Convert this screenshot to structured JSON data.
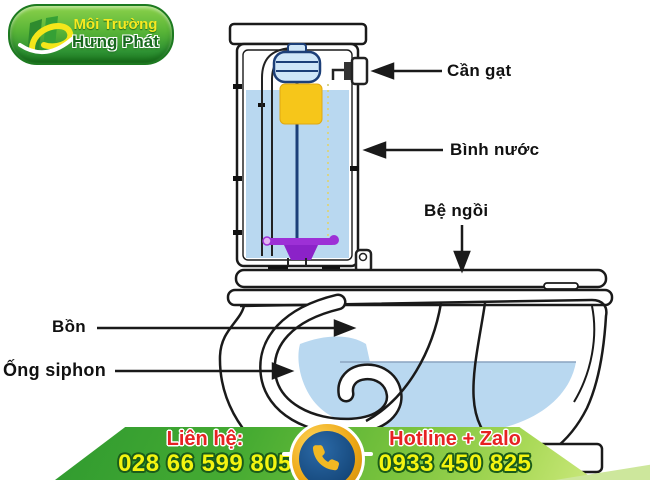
{
  "logo": {
    "line1": "Môi Trường",
    "line2": "Hưng Phát"
  },
  "diagram": {
    "type": "labeled-diagram",
    "subject": "toilet cross-section",
    "labels": [
      {
        "id": "can-gat",
        "text": "Cần gạt"
      },
      {
        "id": "binh-nuoc",
        "text": "Bình nước"
      },
      {
        "id": "be-ngoi",
        "text": "Bệ ngồi"
      },
      {
        "id": "bon",
        "text": "Bồn"
      },
      {
        "id": "ong-siphon",
        "text": "Ống siphon"
      }
    ]
  },
  "footer": {
    "contact_label": "Liên hệ:",
    "contact_number": "028 66 599 805",
    "hotline_label": "Hotline + Zalo",
    "hotline_number": "0933 450 825"
  },
  "colors": {
    "water": "#b9d8f0",
    "line": "#1a1a1a",
    "float_yellow": "#f6c61a",
    "flapper_purple": "#9d30d6",
    "valve_blue": "#1c3f78",
    "logo_green_dark": "#1d7a20",
    "logo_yellow": "#f7e921",
    "banner_green": "#3aa63a",
    "banner_light": "#cbe87c",
    "label_red": "#e62222",
    "number_yellow": "#f4f410",
    "phone_gold": "#eda715",
    "phone_blue": "#174a7e"
  }
}
